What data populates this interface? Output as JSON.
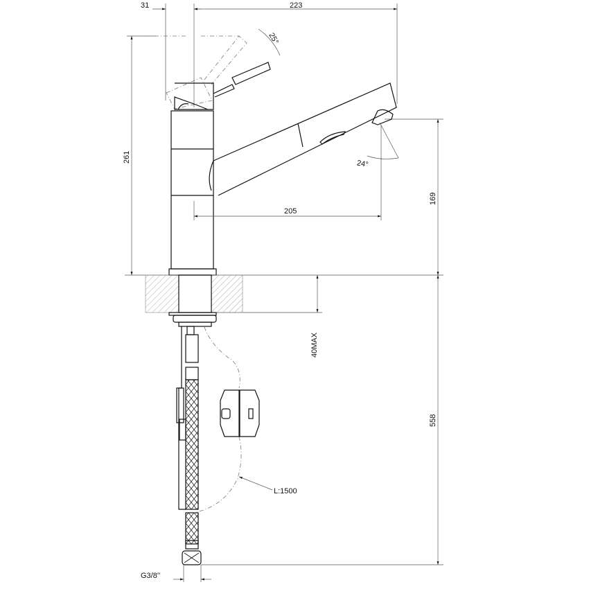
{
  "drawing": {
    "dimensions": {
      "lever_offset": "31",
      "overall_reach": "223",
      "lever_angle": "25°",
      "overall_height": "261",
      "spout_angle": "24°",
      "spout_reach": "205",
      "spout_height": "169",
      "counter_thickness": "40MAX",
      "hose_drop": "558",
      "hose_length": "L:1500",
      "connection": "G3/8''"
    },
    "colors": {
      "line": "#111111",
      "hatch": "#888888",
      "background": "#ffffff"
    }
  }
}
